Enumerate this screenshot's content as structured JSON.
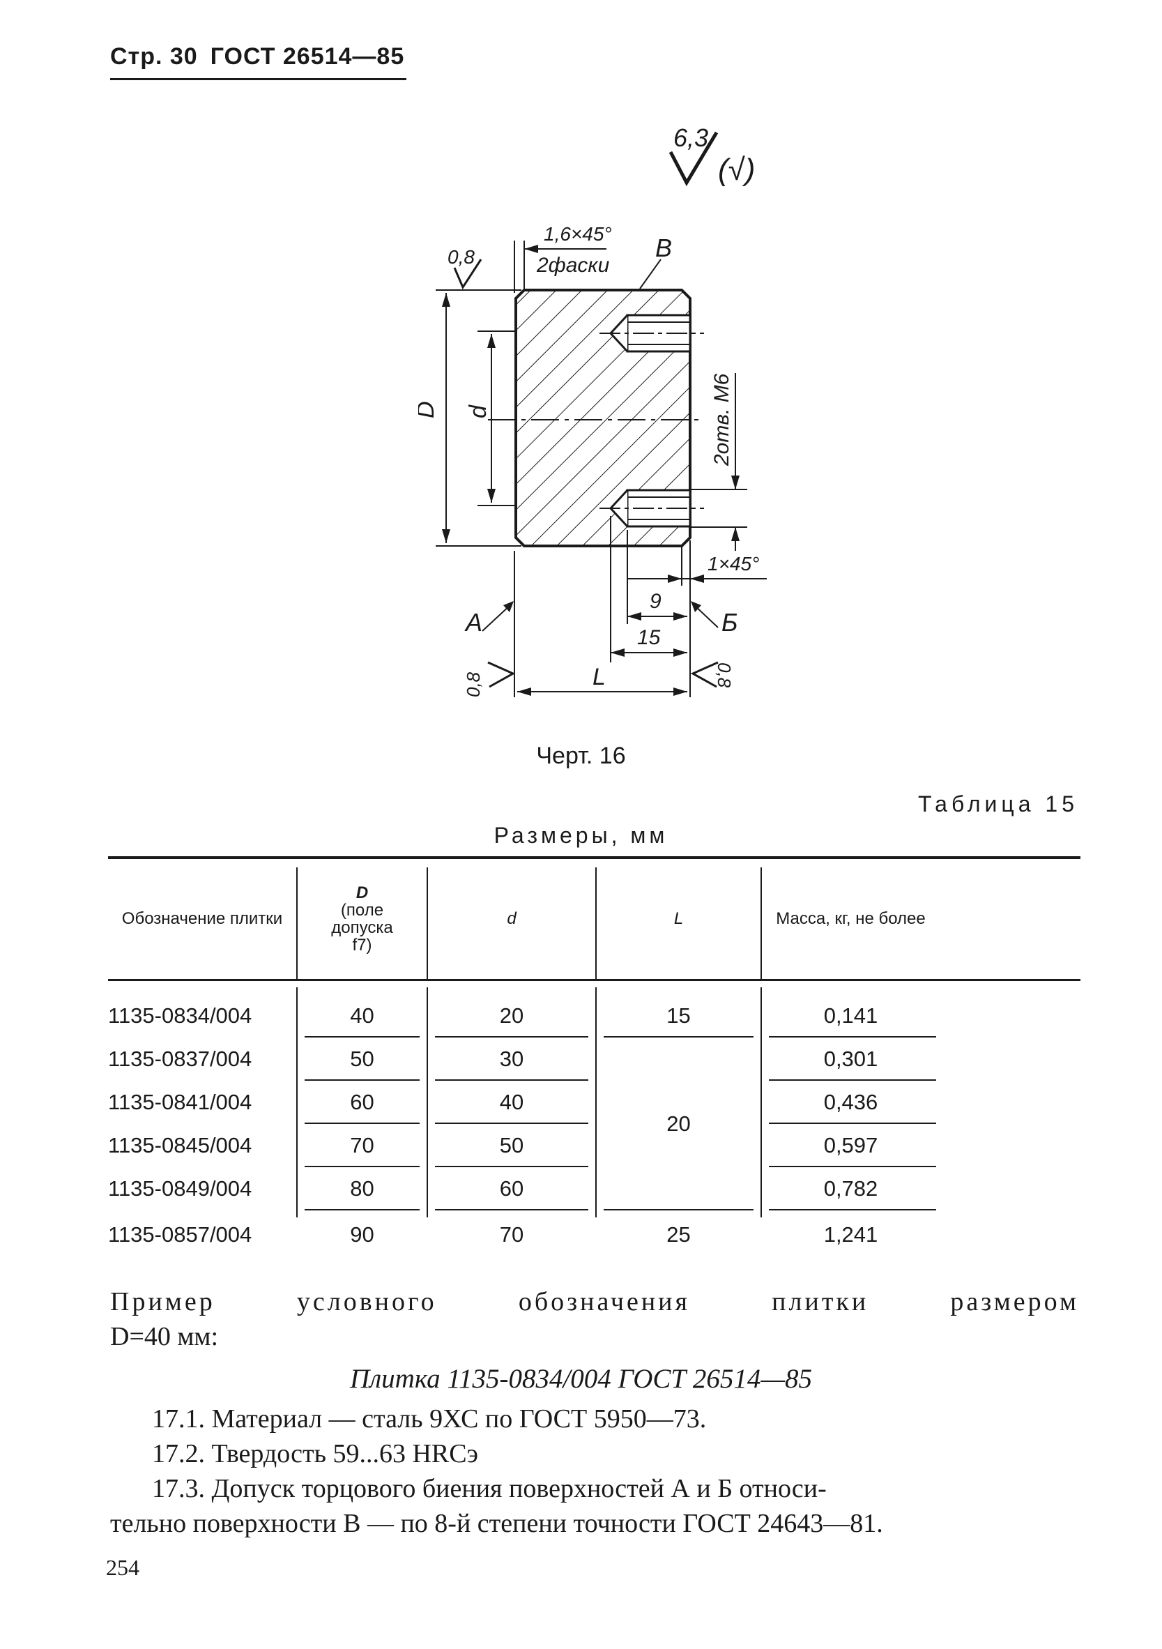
{
  "header": {
    "page_ref": "Стр. 30",
    "standard": "ГОСТ 26514—85"
  },
  "drawing": {
    "roughness_main": "6,3",
    "roughness_paren": "(√)",
    "roughness_small": "0,8",
    "chamfer_label": "1,6×45°",
    "chamfer_count": "2фаски",
    "surface_b_upper": "В",
    "dim_D": "D",
    "dim_d": "d",
    "holes_label": "2отв. М6",
    "chamfer_small": "1×45°",
    "dim_9": "9",
    "dim_15": "15",
    "dim_L": "L",
    "surface_a": "А",
    "surface_b": "Б"
  },
  "caption": "Черт. 16",
  "table": {
    "title": "Таблица 15",
    "subtitle": "Размеры, мм",
    "headers": {
      "designation": "Обозначение плитки",
      "D_lines": [
        "D",
        "(поле",
        "допуска",
        "f7)"
      ],
      "d": "d",
      "L": "L",
      "mass": "Масса, кг, не более"
    },
    "rows": [
      {
        "designation": "1135-0834/004",
        "D": "40",
        "d": "20",
        "mass": "0,141"
      },
      {
        "designation": "1135-0837/004",
        "D": "50",
        "d": "30",
        "mass": "0,301"
      },
      {
        "designation": "1135-0841/004",
        "D": "60",
        "d": "40",
        "mass": "0,436"
      },
      {
        "designation": "1135-0845/004",
        "D": "70",
        "d": "50",
        "mass": "0,597"
      },
      {
        "designation": "1135-0849/004",
        "D": "80",
        "d": "60",
        "mass": "0,782"
      },
      {
        "designation": "1135-0857/004",
        "D": "90",
        "d": "70",
        "mass": "1,241"
      }
    ],
    "L_groups": [
      "15",
      "20",
      "25"
    ]
  },
  "text": {
    "example_line1": "Пример условного обозначения плитки размером",
    "example_line2": "D=40 мм:",
    "example_designation": "Плитка 1135-0834/004 ГОСТ 26514—85",
    "item_17_1": "17.1. Материал — сталь 9ХС по ГОСТ 5950—73.",
    "item_17_2": "17.2. Твердость 59...63 HRCэ",
    "item_17_3_line1": "17.3. Допуск торцового биения поверхностей А и Б относи-",
    "item_17_3_line2": "тельно поверхности В — по 8-й степени точности ГОСТ 24643—81."
  },
  "page_number": "254"
}
